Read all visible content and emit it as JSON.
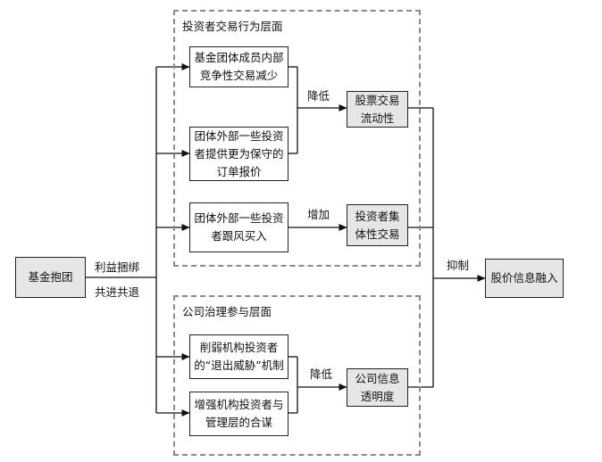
{
  "regions": {
    "investor_trading": {
      "title": "投资者交易行为层面"
    },
    "corporate_governance": {
      "title": "公司治理参与层面"
    }
  },
  "nodes": {
    "fund_cluster": "基金抱团",
    "internal_competition": "基金团体成员内部竞争性交易减少",
    "external_conservative": "团体外部一些投资者提供更为保守的订单报价",
    "external_follow": "团体外部一些投资者跟风买入",
    "liquidity": "股票交易流动性",
    "collective_trading": "投资者集体性交易",
    "weaken_exit": "削弱机构投资者的“退出威胁”机制",
    "strengthen_collusion": "增强机构投资者与管理层的合谋",
    "transparency": "公司信息透明度",
    "price_informativeness": "股价信息融入"
  },
  "edge_labels": {
    "interest_bond": "利益捆绑",
    "advance_retreat": "共进共退",
    "reduce_1": "降低",
    "increase": "增加",
    "reduce_2": "降低",
    "suppress": "抑制"
  }
}
